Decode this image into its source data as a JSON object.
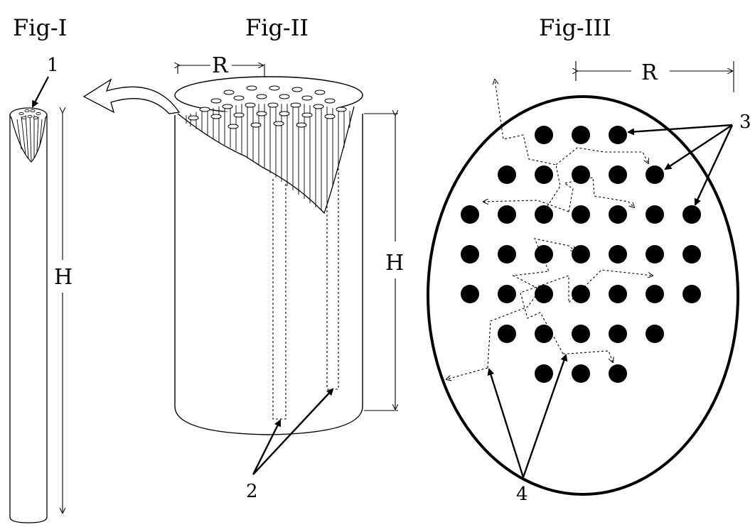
{
  "figures": {
    "fig1": {
      "title": "Fig-I",
      "callout": "1",
      "height_label": "H"
    },
    "fig2": {
      "title": "Fig-II",
      "radius_label": "R",
      "height_label": "H",
      "callout": "2"
    },
    "fig3": {
      "title": "Fig-III",
      "radius_label": "R",
      "callout_fibers": "3",
      "callout_paths": "4"
    }
  }
}
